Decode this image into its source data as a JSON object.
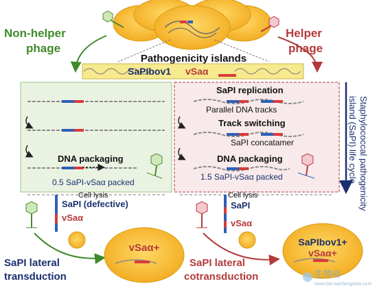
{
  "top": {
    "non_helper": [
      "Non-helper",
      "phage"
    ],
    "helper": [
      "Helper",
      "phage"
    ],
    "islands_title": "Pathogenicity islands",
    "island_name": "SaPIbov1",
    "island_gene": "vSaα"
  },
  "side_title": [
    "Staphylococcal pathogenicity",
    "island (SaPI) life cycle"
  ],
  "left_panel": {
    "packaging": "DNA packaging",
    "packed": "0.5 SaPI-vSaα packed",
    "lysis": "Cell lysis",
    "sapi": "SaPI (defective)",
    "gene": "vSaα",
    "cell_label": "vSaα+",
    "outcome": [
      "SaPI lateral",
      "transduction"
    ]
  },
  "right_panel": {
    "replication": "SaPI replication",
    "parallel": "Parallel DNA tracks",
    "switching": "Track switching",
    "concatamer": "SaPI concatamer",
    "packaging": "DNA packaging",
    "packed": "1.5 SaPI-vSaα packed",
    "lysis": "Cell lysis",
    "sapi": "SaPI",
    "gene": "vSaα",
    "cell_label": [
      "SaPIbov1+",
      "vSaα+"
    ],
    "outcome": [
      "SaPI lateral",
      "cotransduction"
    ]
  },
  "watermark": {
    "name": "生物谷",
    "url": "www.bio.wanfangdata.com"
  },
  "colors": {
    "green": "#3f8a2a",
    "red": "#b43a3a",
    "navy": "#1b2f6e",
    "cell": "#f5b731",
    "dna_red": "#d93a3a",
    "dna_blue": "#2d5fb8"
  }
}
